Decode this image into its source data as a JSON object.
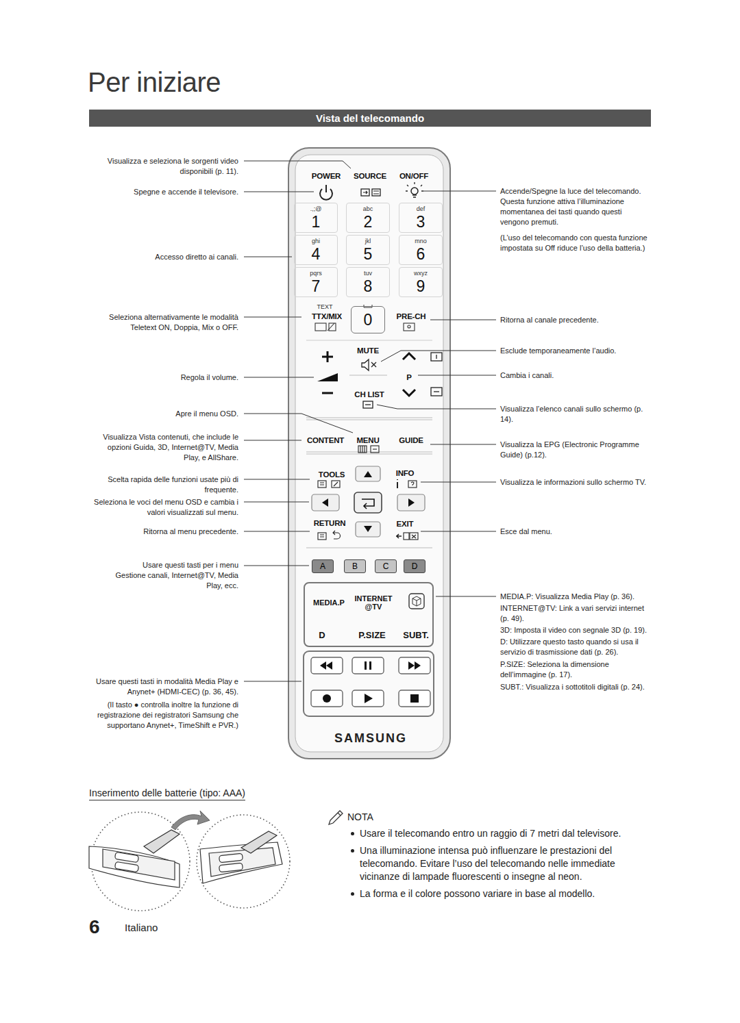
{
  "diagram": {
    "title": "Per iniziare",
    "nodes": [
      {
        "text": [
          "Vista del telecomando"
        ]
      },
      {
        "text": [
          "SAMSUNG"
        ]
      },
      {
        "text": [
          ".,;@",
          "1"
        ],
        "in": 1
      },
      {
        "text": [
          "abc",
          "2"
        ],
        "in": 1
      },
      {
        "text": [
          "def",
          "3"
        ],
        "in": 1
      },
      {
        "text": [
          "ghi",
          "4"
        ],
        "in": 1
      },
      {
        "text": [
          "jkl",
          "5"
        ],
        "in": 1
      },
      {
        "text": [
          "mno",
          "6"
        ],
        "in": 1
      },
      {
        "text": [
          "pqrs",
          "7"
        ],
        "in": 1
      },
      {
        "text": [
          "tuv",
          "8"
        ],
        "in": 1
      },
      {
        "text": [
          "wxyz",
          "9"
        ],
        "in": 1
      },
      {
        "text": [
          "0"
        ],
        "in": 1
      },
      {
        "text": [
          "A"
        ],
        "in": 1
      },
      {
        "text": [
          "B"
        ],
        "in": 1
      },
      {
        "text": [
          "C"
        ],
        "in": 1
      },
      {
        "text": [
          "D"
        ],
        "in": 1
      },
      {
        "text": [
          "MEDIA.P",
          "INTERNET @TV",
          "D",
          "P.SIZE",
          "SUBT."
        ],
        "in": 1
      }
    ],
    "labels": [
      "Visualizza e seleziona le sorgenti video disponibili (p. 11).",
      "Spegne e accende il televisore.",
      "Accesso diretto ai canali.",
      "Seleziona alternativamente le modalità Teletext ON, Doppia, Mix o OFF.",
      "Regola il volume.",
      "Apre il menu OSD.",
      "Visualizza Vista contenuti, che include le opzioni Guida, 3D, Internet@TV, Media Play, e AllShare.",
      "Scelta rapida delle funzioni usate più di frequente.",
      "Seleziona le voci del menu OSD e cambia i valori visualizzati sul menu.",
      "Ritorna al menu precedente.",
      "Usare questi tasti per i menu Gestione canali, Internet@TV, Media Play, ecc.",
      "Usare questi tasti in modalità Media Play e Anynet+ (HDMI-CEC) (p. 36, 45).",
      "(Il tasto ● controlla inoltre la funzione di registrazione dei registratori Samsung che supportano Anynet+, TimeShift e PVR.)",
      "Accende/Spegne la luce del telecomando. Questa funzione attiva l’illuminazione momentanea dei tasti quando questi vengono premuti.",
      "(L’uso del telecomando con questa funzione impostata su Off riduce l’uso della batteria.)",
      "Ritorna al canale precedente.",
      "Esclude temporaneamente l’audio.",
      "Cambia i canali.",
      "Visualizza l’elenco canali sullo schermo (p. 14).",
      "Visualizza la EPG (Electronic Programme Guide) (p.12).",
      "Visualizza le informazioni sullo schermo TV.",
      "Esce dal menu.",
      "MEDIA.P: Visualizza Media Play (p. 36).",
      "INTERNET@TV: Link a vari servizi internet (p. 49).",
      "3D: Imposta il video con segnale 3D (p. 19).",
      "D: Utilizzare questo tasto quando si usa il servizio di trasmissione dati (p. 26).",
      "P.SIZE: Seleziona la dimensione dell’immagine (p. 17).",
      "SUBT.: Visualizza i sottotitoli digitali (p. 24).",
      "POWER",
      "SOURCE",
      "ON/OFF",
      "TEXT",
      "TTX/MIX",
      "PRE-CH",
      "MUTE",
      "P",
      "CH LIST",
      "CONTENT",
      "MENU",
      "GUIDE",
      "TOOLS",
      "INFO",
      "RETURN",
      "EXIT",
      "Inserimento delle batterie (tipo: AAA)",
      "NOTA",
      "Usare il telecomando entro un raggio di 7 metri dal televisore.",
      "Una illuminazione intensa può influenzare le prestazioni del telecomando. Evitare l’uso del telecomando nelle immediate vicinanze di lampade fluorescenti o insegne al neon.",
      "La forma e il colore possono variare in base al modello.",
      "6",
      "Italiano"
    ]
  }
}
